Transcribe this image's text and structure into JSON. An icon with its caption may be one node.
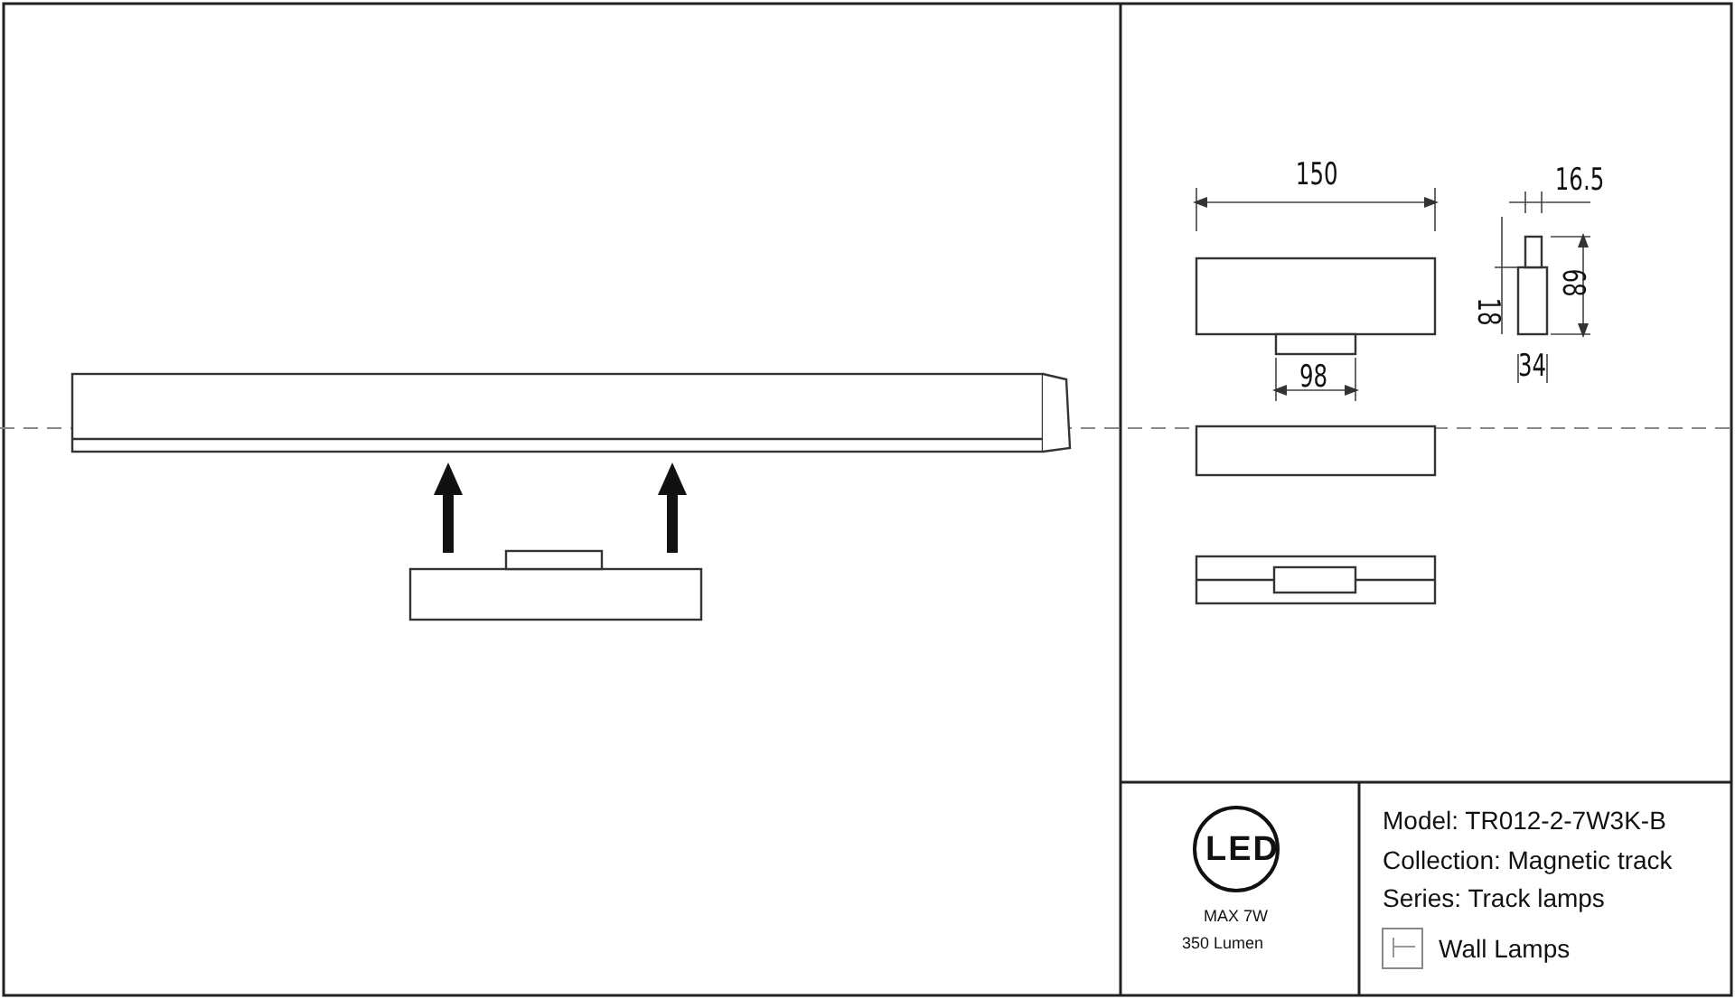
{
  "diagram": {
    "labels": [
      "150",
      "16.5",
      "18",
      "68",
      "98",
      "34",
      "LED",
      "MAX 7W",
      "350 Lumen",
      "Model: TR012-2-7W3K-B",
      "Collection: Magnetic track",
      "Series: Track lamps",
      "Wall Lamps"
    ]
  }
}
